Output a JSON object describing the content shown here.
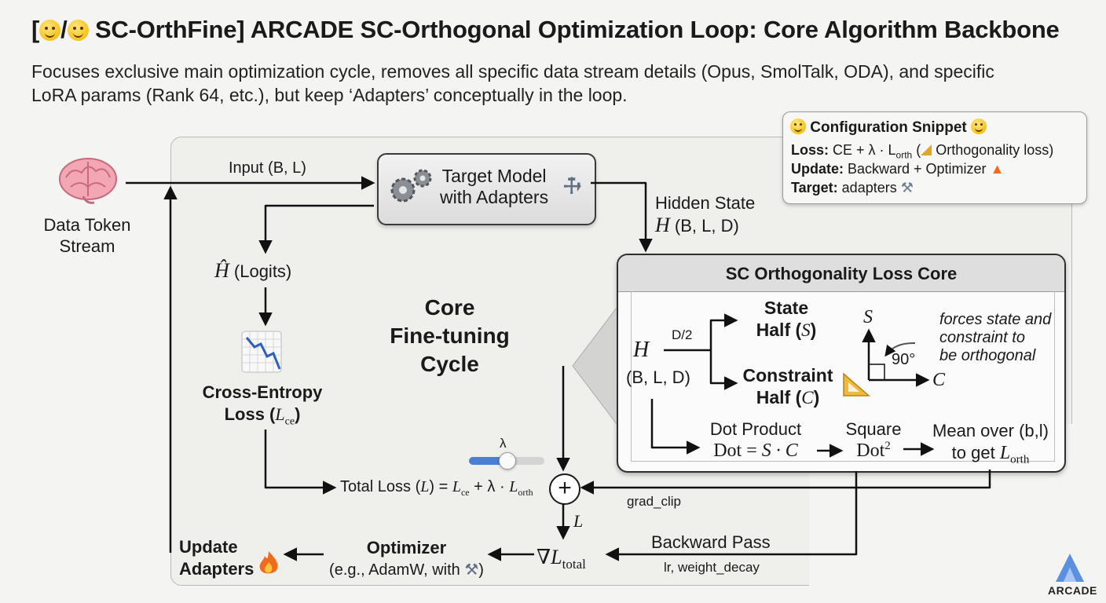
{
  "header": {
    "title_prefix": "[",
    "title_sep": "/",
    "title_text": " SC-OrthFine] ARCADE SC-Orthogonal Optimization Loop: Core Algorithm Backbone",
    "subtitle_line1": "Focuses exclusive main optimization cycle, removes all specific data stream details (Opus, SmolTalk, ODA), and specific",
    "subtitle_line2": "LoRA params (Rank 64, etc.), but keep ‘Adapters’ conceptually in the loop."
  },
  "data_stream": {
    "line1": "Data Token",
    "line2": "Stream"
  },
  "edges": {
    "input": "Input (B, L)",
    "hidden_state_title": "Hidden State",
    "hidden_state_var": "H",
    "hidden_state_dims": " (B, L, D)",
    "logits_var": "Ĥ",
    "logits_text": " (Logits)",
    "backward": "Backward Pass",
    "backward_params": "lr, weight_decay",
    "grad_clip": "grad_clip",
    "loss_L": "L"
  },
  "model": {
    "line1": "Target Model",
    "line2": "with Adapters"
  },
  "cross_entropy": {
    "line1": "Cross-Entropy",
    "line2_prefix": "Loss (",
    "line2_var": "L",
    "line2_sub": "ce",
    "line2_suffix": ")"
  },
  "cycle": {
    "line1": "Core",
    "line2": "Fine-tuning",
    "line3": "Cycle"
  },
  "total_loss": {
    "prefix": "Total Loss (",
    "var": "L",
    "mid": ") = ",
    "ce": "ce",
    "plus": " + λ · ",
    "orth": "orth"
  },
  "lambda_slider": {
    "symbol": "λ",
    "value": 0.5
  },
  "gradient": {
    "symbol": "∇",
    "var": "L",
    "sub": "total"
  },
  "optimizer": {
    "title": "Optimizer",
    "detail": "(e.g., AdamW, with ",
    "detail_end": ")"
  },
  "update": {
    "line1": "Update",
    "line2": "Adapters"
  },
  "config": {
    "title": "Configuration Snippet",
    "loss_label": "Loss:",
    "loss_value": " CE + λ · L",
    "loss_sub": "orth",
    "loss_tail": " Orthogonality loss)",
    "loss_paren": " (",
    "update_label": "Update:",
    "update_value": " Backward + Optimizer",
    "target_label": "Target:",
    "target_value": " adapters"
  },
  "core": {
    "title": "SC Orthogonality Loss Core",
    "h_var": "H",
    "h_dims": "(B, L, D)",
    "split": "D/2",
    "state_line1": "State",
    "state_line2_prefix": "Half (",
    "state_var": "S",
    "state_line2_suffix": ")",
    "constraint_line1": "Constraint",
    "constraint_line2_prefix": "Half (",
    "constraint_var": "C",
    "constraint_line2_suffix": ")",
    "axis_s": "S",
    "axis_c": "C",
    "angle": "90°",
    "note_line1": "forces state and",
    "note_line2": "constraint to",
    "note_line3": "be orthogonal",
    "dot_title": "Dot Product",
    "dot_formula_lhs": "Dot = ",
    "dot_formula_rhs": "S · C",
    "square_title": "Square",
    "square_formula": "Dot",
    "square_exp": "2",
    "mean_line1": "Mean over (b,l)",
    "mean_line2": "to get ",
    "mean_var": "L",
    "mean_sub": "orth"
  },
  "logo": {
    "text": "ARCADE"
  },
  "colors": {
    "accent_blue": "#4a7fd4",
    "fire": "#f26b1d",
    "ink": "#1a1a1a"
  },
  "icons": [
    "smiley-icon",
    "nerd-face-icon",
    "brain-icon",
    "gears-icon",
    "wrench-icon",
    "chart-down-icon",
    "fire-icon",
    "triangle-ruler-icon",
    "arcade-logo-icon"
  ]
}
